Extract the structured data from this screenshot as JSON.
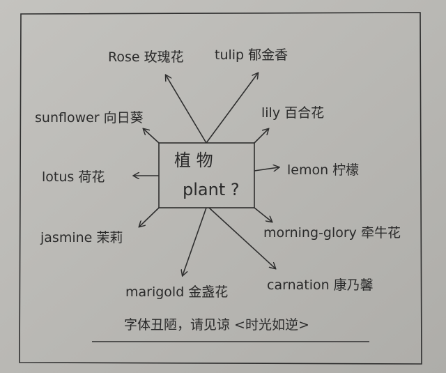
{
  "center": {
    "zh": "植 物",
    "en": "plant ?"
  },
  "nodes": {
    "rose": "Rose 玫瑰花",
    "tulip": "tulip 郁金香",
    "sunflower": "sunflower 向日葵",
    "lily": "lily 百合花",
    "lotus": "lotus 荷花",
    "lemon": "lemon 柠檬",
    "jasmine": "jasmine 茉莉",
    "morning_glory": "morning-glory 牵牛花",
    "marigold": "marigold 金盏花",
    "carnation": "carnation 康乃馨"
  },
  "footer": "字体丑陋，请见谅 <时光如逆>",
  "colors": {
    "paper": "#bcbbb7",
    "ink": "#2a2a2a"
  }
}
